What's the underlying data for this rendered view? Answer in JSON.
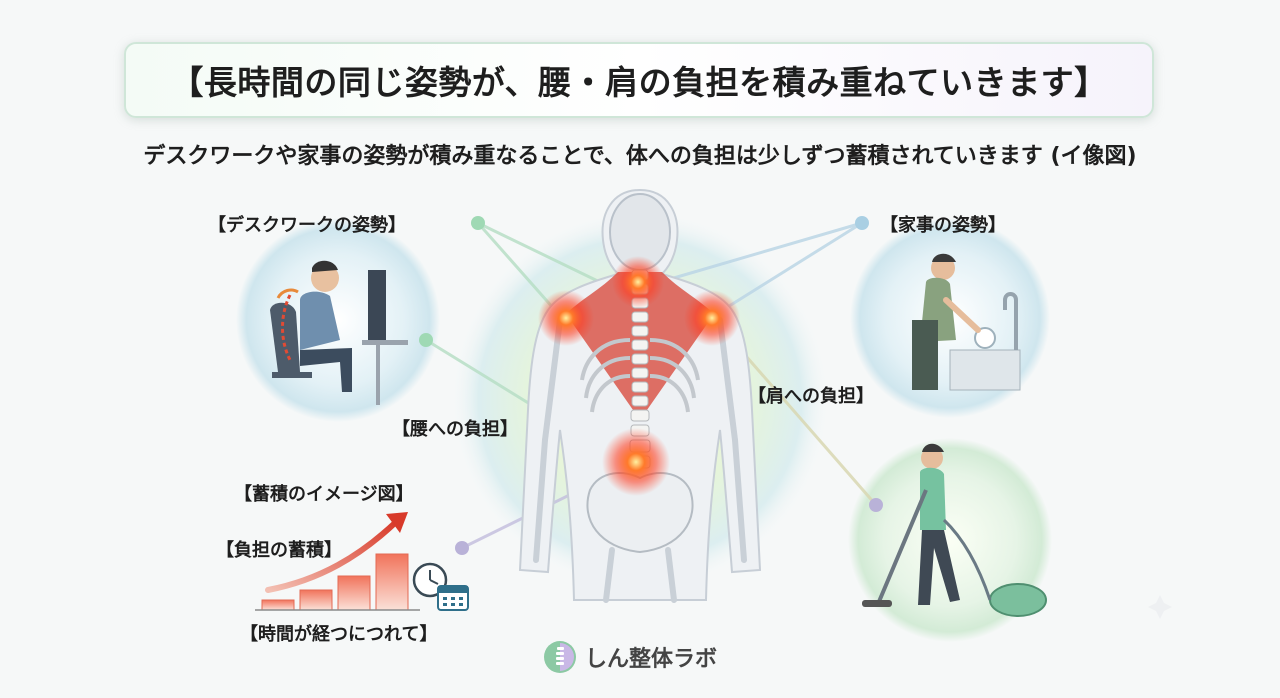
{
  "title": "【長時間の同じ姿勢が、腰・肩の負担を積み重ねていきます】",
  "subtitle": "デスクワークや家事の姿勢が積み重なることで、体への負担は少しずつ蓄積されていきます (イ像図)",
  "labels": {
    "desk_posture": "【デスクワークの姿勢】",
    "housework_posture": "【家事の姿勢】",
    "lower_back_burden": "【腰への負担】",
    "shoulder_burden": "【肩への負担】",
    "accumulation_image": "【蓄積のイメージ図】",
    "burden_accumulation": "【負担の蓄積】",
    "over_time": "【時間が経つにつれて】"
  },
  "brand": "しん整体ラボ",
  "icons": {
    "desk_worker": "person-at-computer-icon",
    "dishwashing": "person-washing-dishes-icon",
    "vacuuming": "person-vacuuming-icon",
    "clock": "clock-icon",
    "calendar": "calendar-icon",
    "logo": "spine-logo-icon"
  },
  "colors": {
    "pain": "#ff5a2a",
    "accent_green": "#9fd9b4",
    "accent_blue": "#a9cfe3",
    "accent_purple": "#b9b2d8",
    "bar": "#e8604c"
  }
}
